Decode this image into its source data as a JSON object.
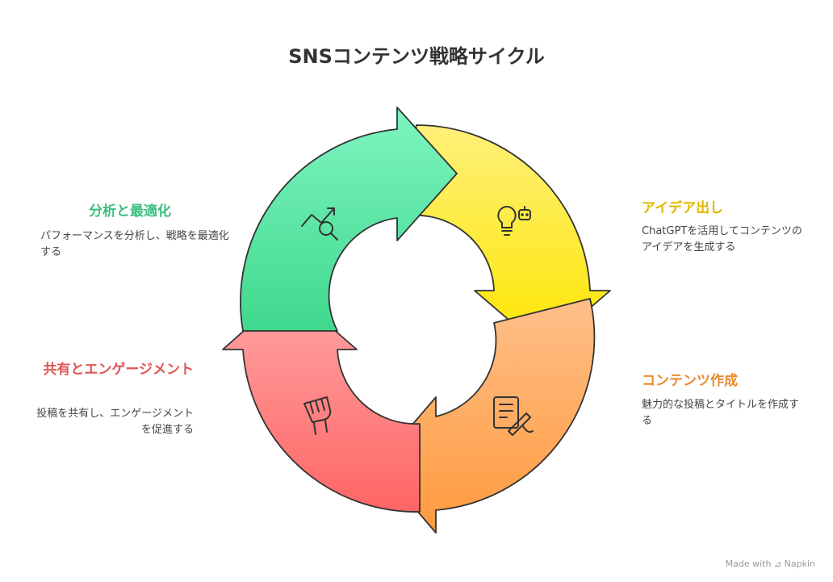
{
  "title": "SNSコンテンツ戦略サイクル",
  "steps": [
    {
      "label": "アイデア出し",
      "desc": "ChatGPTを活用してコンテンツのアイデアを生成する",
      "color": "#e0b800",
      "icon": "lightbulb-icon"
    },
    {
      "label": "コンテンツ作成",
      "desc": "魅力的な投稿とタイトルを作成する",
      "color": "#e98a2d",
      "icon": "document-pen-icon"
    },
    {
      "label": "共有とエンゲージメント",
      "desc": "投稿を共有し、エンゲージメントを促進する",
      "color": "#e05555",
      "icon": "raised-fist-icon"
    },
    {
      "label": "分析と最適化",
      "desc": "パフォーマンスを分析し、戦略を最適化する",
      "color": "#3cbf7f",
      "icon": "chart-magnifier-icon"
    }
  ],
  "footer": "Made with ⊿ Napkin"
}
